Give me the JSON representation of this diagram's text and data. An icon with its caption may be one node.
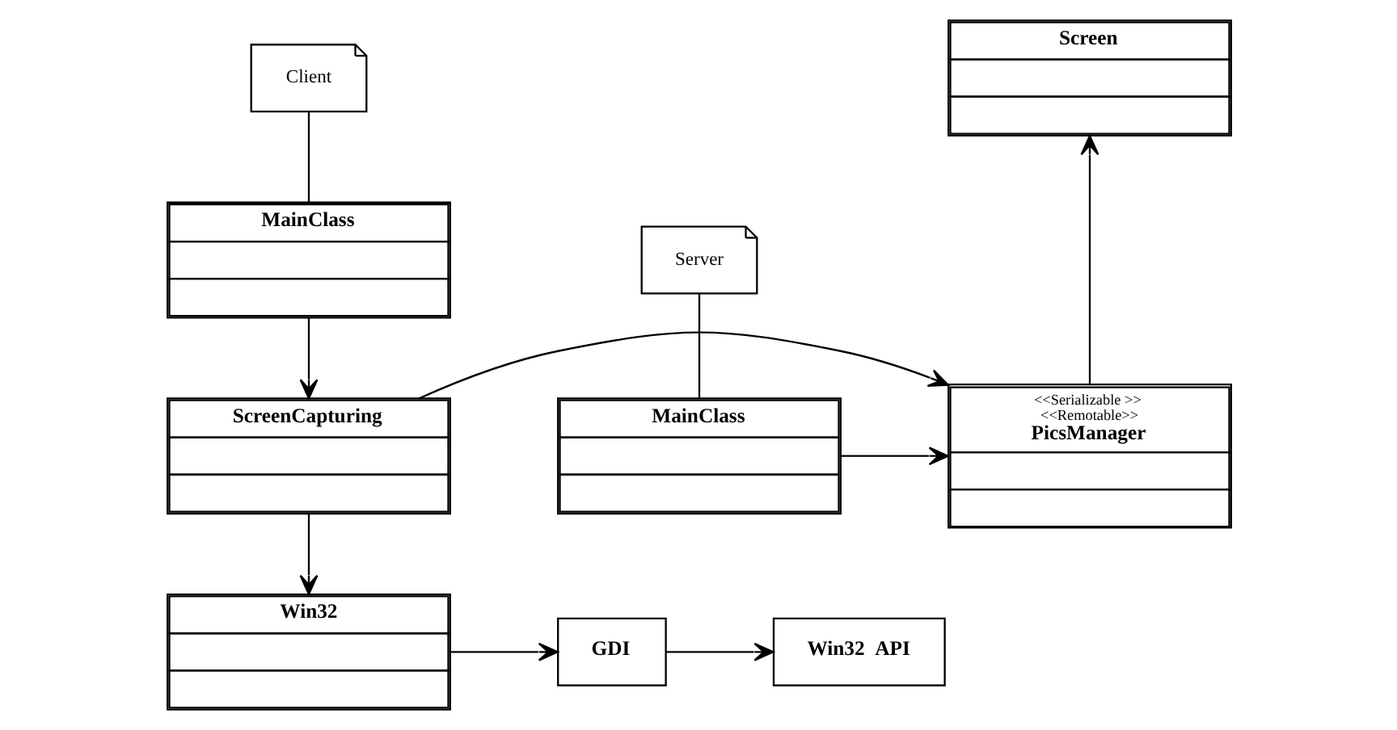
{
  "diagram": {
    "nodes": [
      {
        "text": [
          "Client"
        ]
      },
      {
        "text": [
          "Screen"
        ]
      },
      {
        "text": [
          "MainClass"
        ]
      },
      {
        "text": [
          "Server"
        ]
      },
      {
        "text": [
          "MainClass"
        ]
      },
      {
        "text": [
          "<<Serializable >>",
          "<<Remotable>>",
          "PicsManager"
        ]
      },
      {
        "text": [
          "ScreenCapturing"
        ]
      },
      {
        "text": [
          "Win32"
        ]
      },
      {
        "text": [
          "Win32  API"
        ]
      },
      {
        "text": [
          "GDI"
        ]
      }
    ],
    "edges": [
      {
        "from": 0,
        "to": 2,
        "arrow": "none"
      },
      {
        "from": 3,
        "to": 4,
        "arrow": "none"
      },
      {
        "from": 4,
        "to": 5,
        "arrow": "to"
      },
      {
        "from": 5,
        "to": 1,
        "arrow": "to"
      },
      {
        "from": 2,
        "to": 6,
        "arrow": "to"
      },
      {
        "from": 6,
        "to": 5,
        "arrow": "to"
      },
      {
        "from": 6,
        "to": 7,
        "arrow": "to"
      },
      {
        "from": 7,
        "to": 9,
        "arrow": "to"
      },
      {
        "from": 9,
        "to": 8,
        "arrow": "to"
      }
    ]
  }
}
